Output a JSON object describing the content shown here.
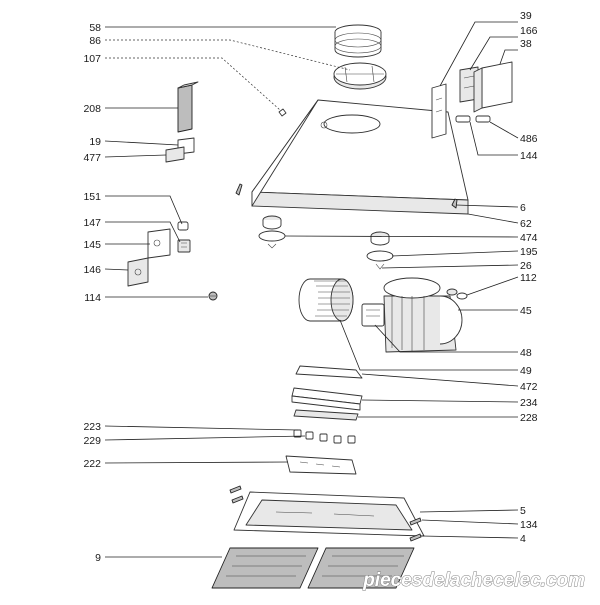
{
  "callouts": {
    "c58": "58",
    "c86": "86",
    "c107": "107",
    "c208": "208",
    "c19": "19",
    "c477": "477",
    "c151": "151",
    "c147": "147",
    "c145": "145",
    "c146": "146",
    "c114": "114",
    "c223": "223",
    "c229": "229",
    "c222": "222",
    "c9": "9",
    "c39": "39",
    "c166": "166",
    "c38": "38",
    "c486": "486",
    "c144": "144",
    "c6": "6",
    "c62": "62",
    "c474": "474",
    "c195": "195",
    "c26": "26",
    "c112": "112",
    "c45": "45",
    "c48": "48",
    "c49": "49",
    "c472": "472",
    "c234": "234",
    "c228": "228",
    "c5": "5",
    "c134": "134",
    "c4": "4"
  },
  "watermark": "piecesdelachecelec.com"
}
